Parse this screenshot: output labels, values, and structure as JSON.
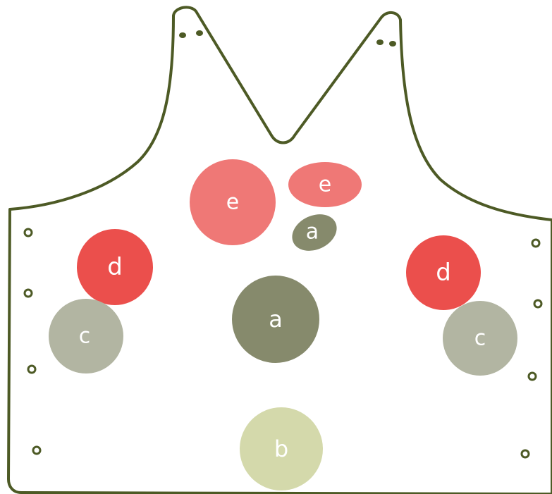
{
  "colors": {
    "outline": "#4d5a25",
    "background": "#ffffff",
    "label": "#ffffff",
    "a": "#868a6c",
    "b": "#d4d9ab",
    "c": "#b2b5a2",
    "d": "#eb4f4c",
    "e": "#ef7876"
  },
  "labels": {
    "e_left": "e",
    "e_right": "e",
    "a_small": "a",
    "d_left": "d",
    "d_right": "d",
    "a_center": "a",
    "c_left": "c",
    "c_right": "c",
    "b_bottom": "b"
  }
}
